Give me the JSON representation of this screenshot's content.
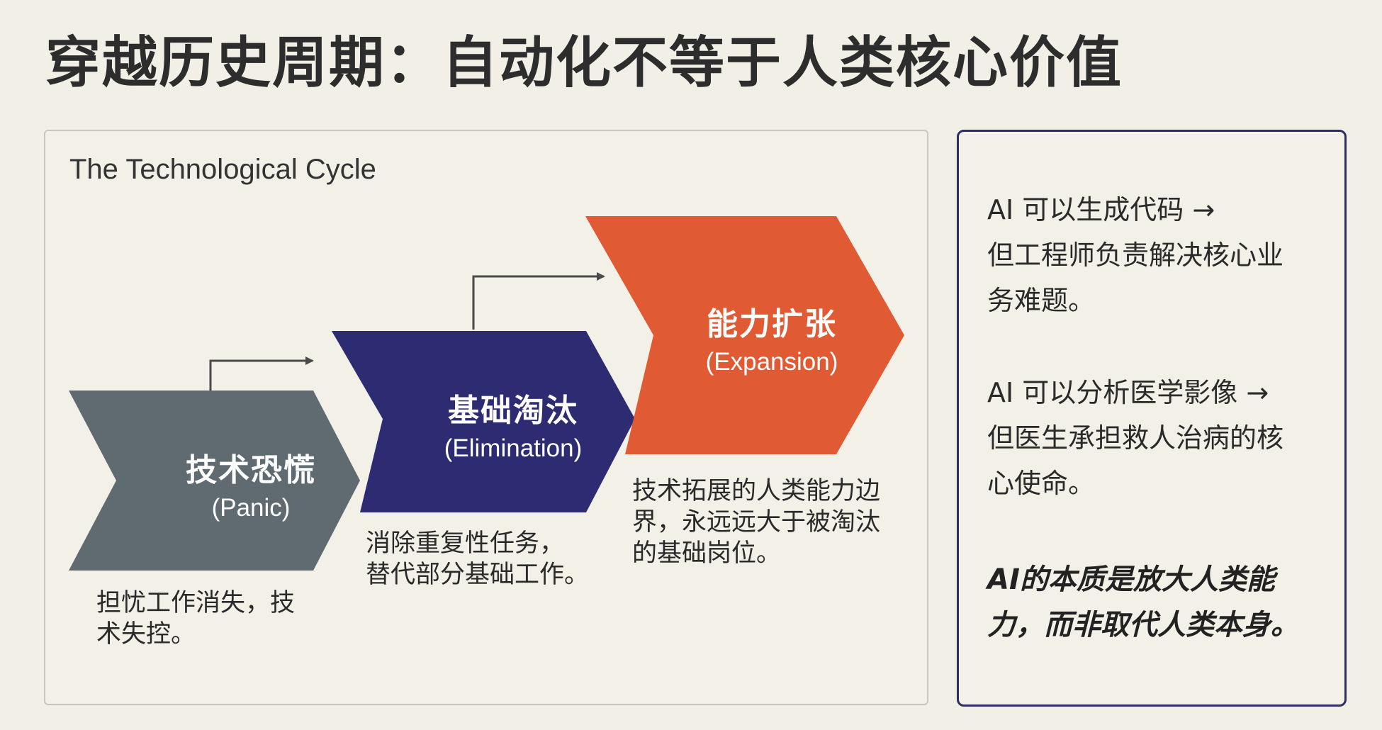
{
  "page": {
    "title": "穿越历史周期：自动化不等于人类核心价值"
  },
  "cycle": {
    "title": "The Technological Cycle",
    "stages": [
      {
        "name": "技术恐慌",
        "en": "(Panic)",
        "color": "#5f6b70",
        "desc_lines": [
          "担忧工作消失，技",
          "术失控。"
        ]
      },
      {
        "name": "基础淘汰",
        "en": "(Elimination)",
        "color": "#2d2b72",
        "desc_lines": [
          "消除重复性任务，",
          "替代部分基础工作。"
        ]
      },
      {
        "name": "能力扩张",
        "en": "(Expansion)",
        "color": "#e05a33",
        "desc_lines": [
          "技术拓展的人类能力边",
          "界，永远远大于被淘汰",
          "的基础岗位。"
        ]
      }
    ]
  },
  "insights": {
    "points": [
      {
        "lines": [
          "AI 可以生成代码 →",
          "但工程师负责解决核心业",
          "务难题。"
        ]
      },
      {
        "lines": [
          "AI 可以分析医学影像 →",
          "但医生承担救人治病的核",
          "心使命。"
        ]
      }
    ],
    "conclusion_lines": [
      "AI的本质是放大人类能",
      "力，而非取代人类本身。"
    ]
  }
}
